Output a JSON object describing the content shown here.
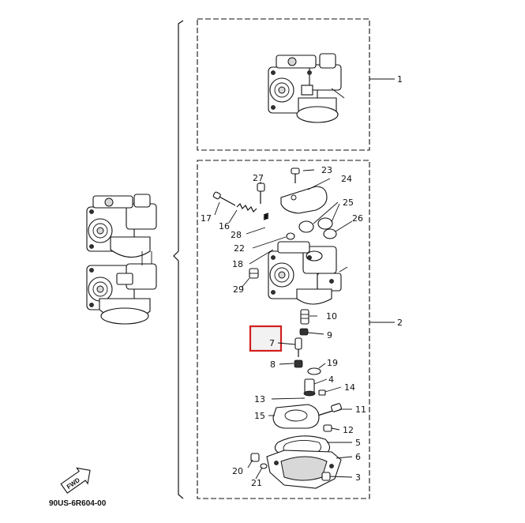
{
  "assemblies": [
    {
      "number": "1"
    },
    {
      "number": "2"
    }
  ],
  "callouts": [
    {
      "number": "23"
    },
    {
      "number": "24"
    },
    {
      "number": "27"
    },
    {
      "number": "25"
    },
    {
      "number": "26"
    },
    {
      "number": "17"
    },
    {
      "number": "16"
    },
    {
      "number": "28"
    },
    {
      "number": "22"
    },
    {
      "number": "18"
    },
    {
      "number": "29"
    },
    {
      "number": "10"
    },
    {
      "number": "9"
    },
    {
      "number": "7"
    },
    {
      "number": "8"
    },
    {
      "number": "19"
    },
    {
      "number": "4"
    },
    {
      "number": "13"
    },
    {
      "number": "14"
    },
    {
      "number": "15"
    },
    {
      "number": "11"
    },
    {
      "number": "12"
    },
    {
      "number": "5"
    },
    {
      "number": "6"
    },
    {
      "number": "20"
    },
    {
      "number": "21"
    },
    {
      "number": "3"
    }
  ],
  "highlighted_callout": "7",
  "orientation_badge": "FWD",
  "drawing_code": "90US-6R604-00"
}
